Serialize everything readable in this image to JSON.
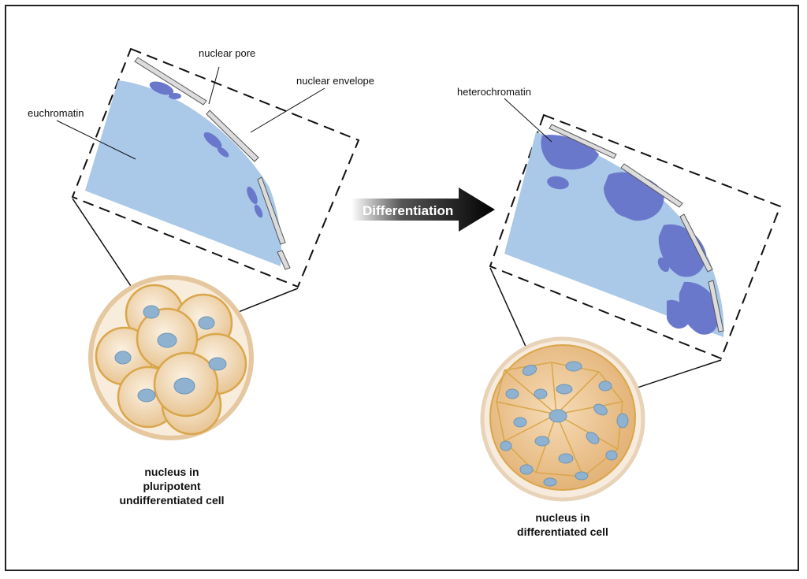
{
  "labels": {
    "nuclear_pore": "nuclear pore",
    "nuclear_envelope": "nuclear envelope",
    "euchromatin": "euchromatin",
    "heterochromatin": "heterochromatin",
    "arrow": "Differentiation"
  },
  "captions": {
    "left": [
      "nucleus in",
      "pluripotent",
      "undifferentiated cell"
    ],
    "right": [
      "nucleus in",
      "differentiated cell"
    ]
  },
  "colors": {
    "nucleoplasm": "#aac8e8",
    "chromatin": "#6a78cc",
    "cell_fill": "#f3dfc4",
    "cell_border": "#d9a64a",
    "nucleus": "#8eb2cf"
  }
}
